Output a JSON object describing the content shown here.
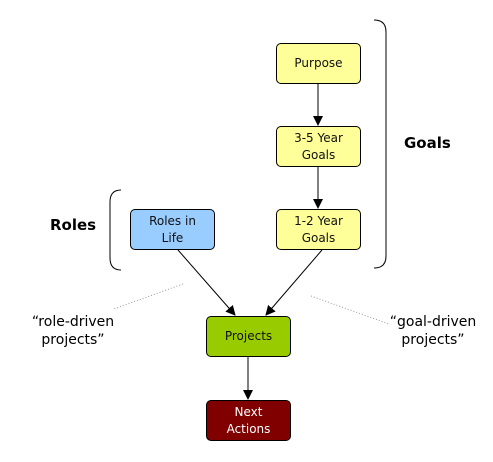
{
  "nodes": {
    "purpose": "Purpose",
    "goals_3_5": "3-5 Year\nGoals",
    "goals_1_2": "1-2 Year\nGoals",
    "roles_in_life": "Roles in\nLife",
    "projects": "Projects",
    "next_actions": "Next\nActions"
  },
  "groups": {
    "goals": "Goals",
    "roles": "Roles"
  },
  "annotations": {
    "role_driven": "“role-driven\nprojects”",
    "goal_driven": "“goal-driven\nprojects”"
  },
  "colors": {
    "yellow": "#ffff99",
    "blue": "#99ccff",
    "green": "#99cc00",
    "maroon": "#800000"
  }
}
